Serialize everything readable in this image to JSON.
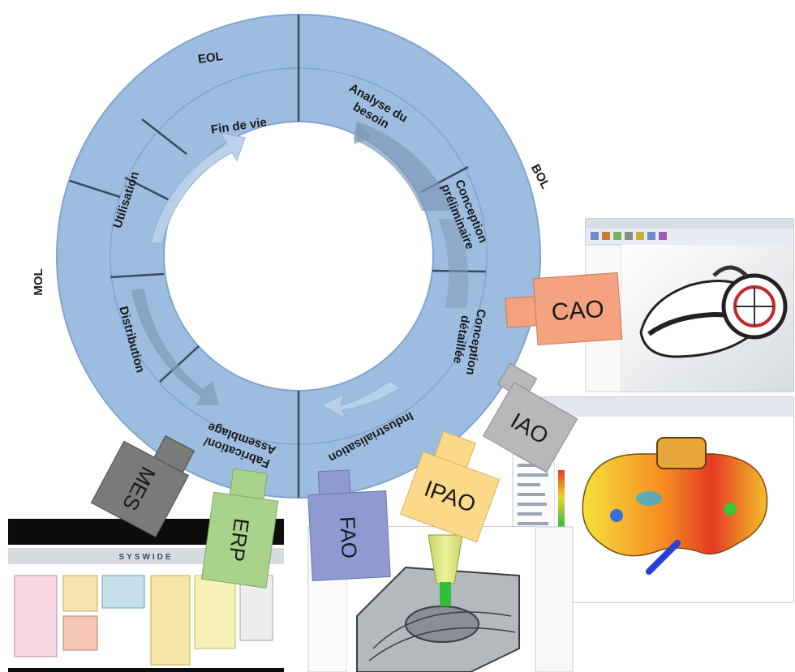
{
  "cycle": {
    "phases": {
      "bol": "BOL",
      "mol": "MOL",
      "eol": "EOL"
    },
    "stages": {
      "analyse": [
        "Analyse du",
        "besoin"
      ],
      "conception_prelim": [
        "Conception",
        "préliminaire"
      ],
      "conception_detail": [
        "Conception",
        "détaillée"
      ],
      "industrialisation": "Industrialisation",
      "fabrication": [
        "Fabrication/",
        "Assemblage"
      ],
      "distribution": "Distribution",
      "utilisation": "Utilisation",
      "fin_de_vie": "Fin de vie"
    }
  },
  "tools": {
    "cao": "CAO",
    "iao": "IAO",
    "ipao": "IPAO",
    "fao": "FAO",
    "erp": "ERP",
    "mes": "MES"
  },
  "colors": {
    "ring": "#9dbde0",
    "ring_edge": "#7ea4cf",
    "divider": "#3a4a5c",
    "cao": "#f4a27f",
    "iao": "#b8b8b8",
    "ipao": "#fdd98a",
    "fao": "#8e9ad1",
    "erp": "#a9d28b",
    "mes": "#7a7a7a"
  },
  "screens": {
    "mes_banner": "SYSWIDE"
  }
}
